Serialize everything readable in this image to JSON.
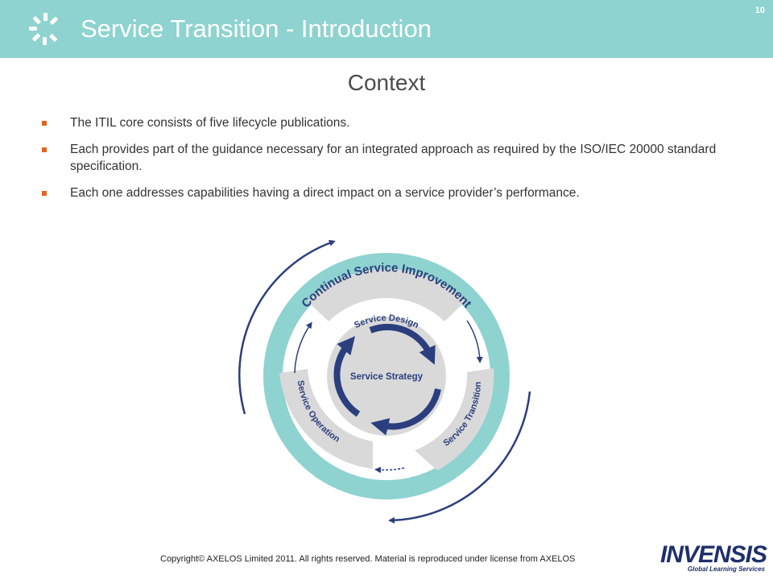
{
  "header": {
    "title": "Service Transition - Introduction",
    "page_number": "10"
  },
  "subtitle": "Context",
  "bullets": [
    "The ITIL core consists of five lifecycle publications.",
    "Each provides part of the guidance necessary for an integrated approach as required by the ISO/IEC 20000 standard specification.",
    "Each one addresses capabilities having a direct impact on a service provider’s performance."
  ],
  "diagram": {
    "outer_ring": "Continual Service Improvement",
    "design": "Service Design",
    "transition": "Service Transition",
    "operation": "Service Operation",
    "strategy": "Service Strategy"
  },
  "footer": {
    "copyright": "Copyright© AXELOS Limited 2011. All rights reserved. Material is reproduced under license from AXELOS",
    "brand_name": "INVENSIS",
    "brand_tagline": "Global Learning Services"
  },
  "colors": {
    "header_bg": "#8ed3cf",
    "teal_ring": "#8ed3cf",
    "grey_segment": "#d9d9d9",
    "navy_arrow": "#2b3f7e",
    "bullet": "#e06420"
  }
}
